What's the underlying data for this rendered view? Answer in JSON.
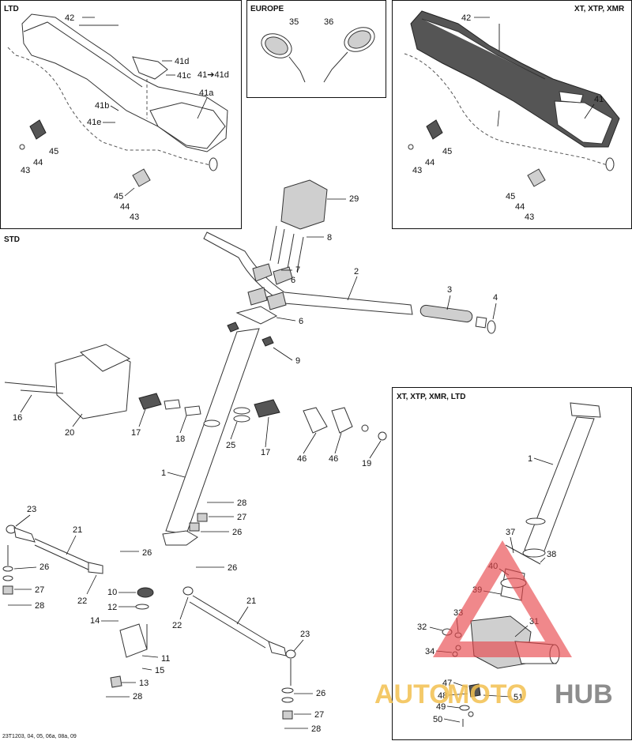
{
  "panels": {
    "ltd": "LTD",
    "europe": "EUROPE",
    "xt_top": "XT, XTP, XMR",
    "std": "STD",
    "xt_ltd": "XT, XTP, XMR, LTD"
  },
  "labels": {
    "l42a": "42",
    "l41d": "41d",
    "l41c": "41c",
    "l41ad": "41➔41d",
    "l41a": "41a",
    "l41b": "41b",
    "l41e": "41e",
    "l45a": "45",
    "l44a": "44",
    "l43a": "43",
    "l45b": "45",
    "l44b": "44",
    "l43b": "43",
    "l35": "35",
    "l36": "36",
    "l42b": "42",
    "l41": "41",
    "l45c": "45",
    "l44c": "44",
    "l43c": "43",
    "l45d": "45",
    "l44d": "44",
    "l43d": "43",
    "l29": "29",
    "l8": "8",
    "l7": "7",
    "l6a": "6",
    "l2": "2",
    "l3": "3",
    "l4": "4",
    "l6b": "6",
    "l9": "9",
    "l16": "16",
    "l20": "20",
    "l17a": "17",
    "l18": "18",
    "l25": "25",
    "l17b": "17",
    "l46a": "46",
    "l46b": "46",
    "l19": "19",
    "l1a": "1",
    "l28a": "28",
    "l27a": "27",
    "l26a": "26",
    "l23a": "23",
    "l21a": "21",
    "l26b": "26",
    "l26c": "26",
    "l27b": "27",
    "l28b": "28",
    "l22a": "22",
    "l26d": "26",
    "l10": "10",
    "l12": "12",
    "l14": "14",
    "l11": "11",
    "l15": "15",
    "l13": "13",
    "l28c": "28",
    "l21b": "21",
    "l22b": "22",
    "l23b": "23",
    "l26e": "26",
    "l27c": "27",
    "l28d": "28",
    "l1b": "1",
    "l37": "37",
    "l38": "38",
    "l40": "40",
    "l39": "39",
    "l33": "33",
    "l32": "32",
    "l31": "31",
    "l34": "34",
    "l47": "47",
    "l48": "48",
    "l51": "51",
    "l49": "49",
    "l50": "50"
  },
  "footer": "23T1203, 04, 05, 06a, 08a, 09",
  "watermark": {
    "auto": "AUTO",
    "moto": "MOTO",
    "hub": "HUB"
  },
  "colors": {
    "watermark_red": "#e8464a",
    "watermark_orange": "#f3c04f",
    "watermark_gray": "#7a7a7a"
  }
}
